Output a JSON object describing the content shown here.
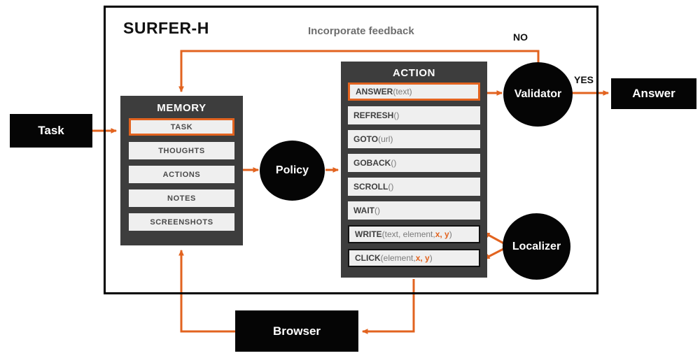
{
  "diagram": {
    "title": "SURFER-H",
    "feedback_label": "Incorporate feedback",
    "branch_no": "NO",
    "branch_yes": "YES",
    "accent_color": "#e2631f",
    "panel_color": "#3d3d3d",
    "node_color": "#050505"
  },
  "task_node": {
    "label": "Task"
  },
  "answer_node": {
    "label": "Answer"
  },
  "browser_node": {
    "label": "Browser"
  },
  "policy_node": {
    "label": "Policy"
  },
  "validator_node": {
    "label": "Validator"
  },
  "localizer_node": {
    "label": "Localizer"
  },
  "memory": {
    "title": "MEMORY",
    "items": [
      {
        "label": "TASK",
        "highlight": true
      },
      {
        "label": "THOUGHTS",
        "highlight": false
      },
      {
        "label": "ACTIONS",
        "highlight": false
      },
      {
        "label": "NOTES",
        "highlight": false
      },
      {
        "label": "SCREENSHOTS",
        "highlight": false
      }
    ]
  },
  "action": {
    "title": "ACTION",
    "items": [
      {
        "fn": "ANSWER",
        "args": "(text)",
        "style": "orange"
      },
      {
        "fn": "REFRESH",
        "args": "()",
        "style": "plain"
      },
      {
        "fn": "GOTO",
        "args": "(url)",
        "style": "plain"
      },
      {
        "fn": "GOBACK",
        "args": "()",
        "style": "plain"
      },
      {
        "fn": "SCROLL",
        "args": "()",
        "style": "plain"
      },
      {
        "fn": "WAIT",
        "args": "()",
        "style": "plain"
      },
      {
        "fn": "WRITE",
        "args": "(text, element, ",
        "xy": "x, y",
        "args_tail": ")",
        "style": "black"
      },
      {
        "fn": "CLICK",
        "args": "(element, ",
        "xy": "x, y",
        "args_tail": ")",
        "style": "black"
      }
    ]
  }
}
